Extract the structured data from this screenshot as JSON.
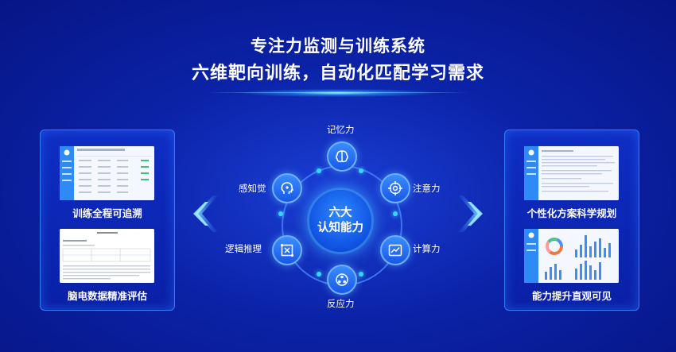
{
  "header": {
    "title": "专注力监测与训练系统",
    "subtitle": "六维靶向训练，自动化匹配学习需求"
  },
  "left_panel": {
    "items": [
      {
        "label": "训练全程可追溯"
      },
      {
        "label": "脑电数据精准评估"
      }
    ],
    "report_title": "脑电评估分析报告"
  },
  "right_panel": {
    "items": [
      {
        "label": "个性化方案科学规划"
      },
      {
        "label": "能力提升直观可见"
      }
    ]
  },
  "center": {
    "line1": "六大",
    "line2": "认知能力"
  },
  "abilities": [
    {
      "label": "记忆力",
      "icon": "brain-icon"
    },
    {
      "label": "注意力",
      "icon": "target-icon"
    },
    {
      "label": "计算力",
      "icon": "line-chart-icon"
    },
    {
      "label": "反应力",
      "icon": "network-icon"
    },
    {
      "label": "逻辑推理",
      "icon": "logic-icon"
    },
    {
      "label": "感知觉",
      "icon": "head-icon"
    }
  ],
  "colors": {
    "background": "#0b23a8",
    "accent": "#36d7ff",
    "node": "#2f7cf5"
  }
}
